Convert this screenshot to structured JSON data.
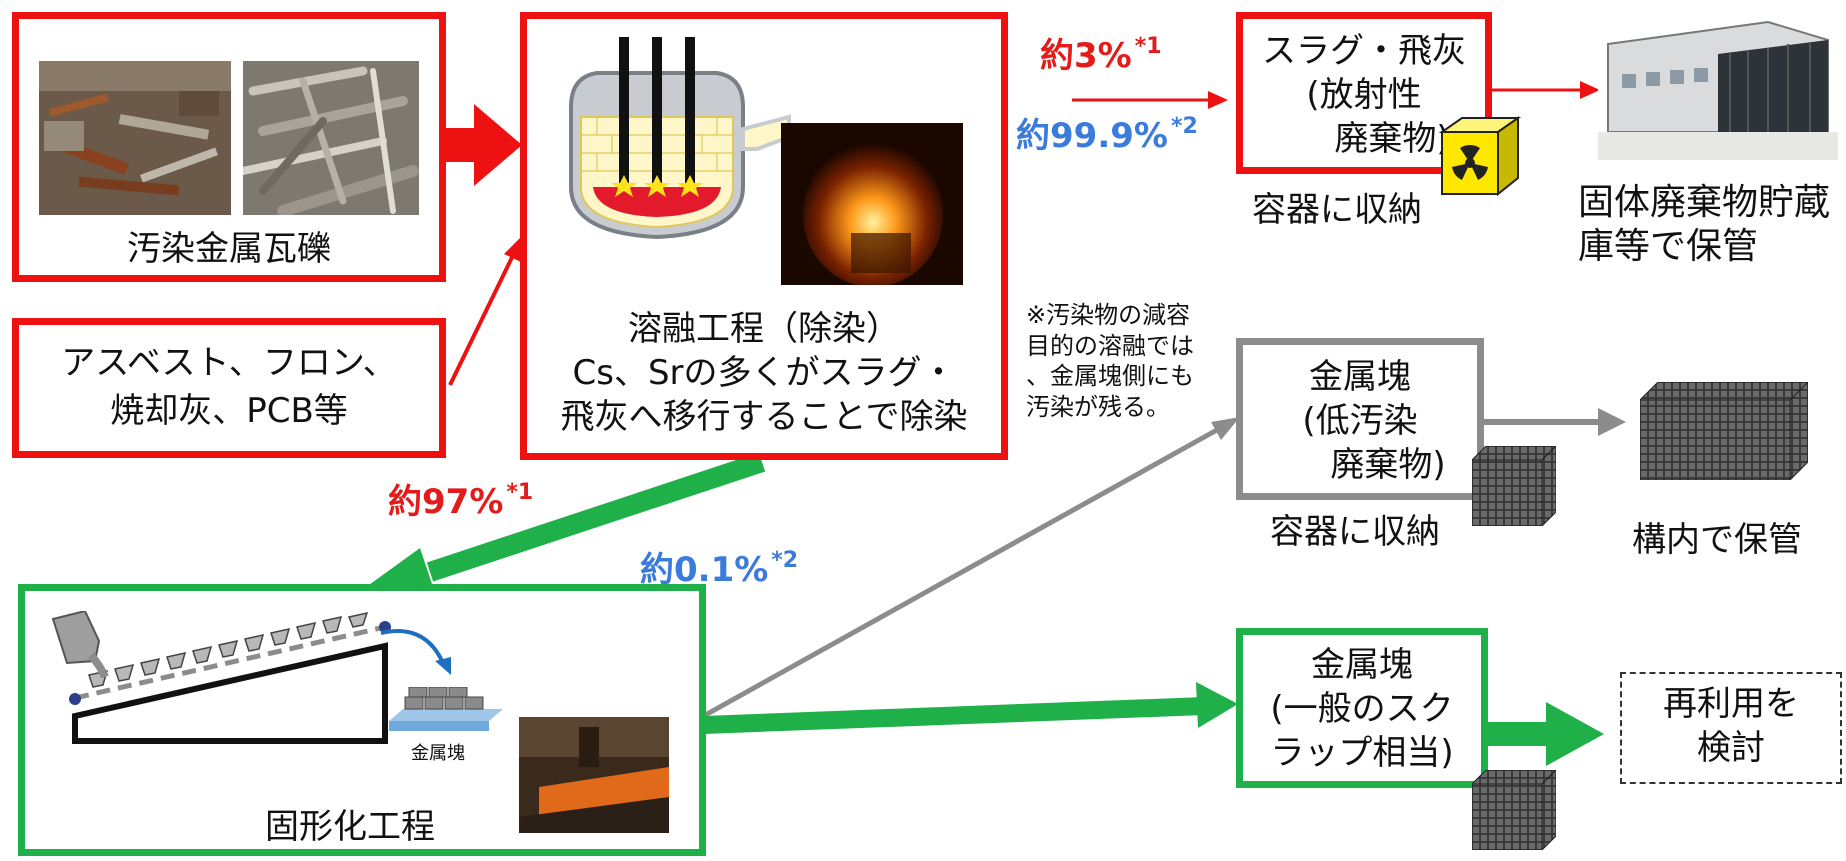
{
  "inputs": {
    "metal_rubble": "汚染金属瓦礫",
    "other_line1": "アスベスト、フロン、",
    "other_line2": "焼却灰、PCB等"
  },
  "melting": {
    "line1": "溶融工程（除染）",
    "line2": "Cs、Srの多くがスラグ・",
    "line3": "飛灰へ移行することで除染"
  },
  "note": {
    "line1": "※汚染物の減容",
    "line2": "目的の溶融では",
    "line3": "、金属塊側にも",
    "line4": "汚染が残る。"
  },
  "percentages": {
    "slag_red": "約3%",
    "slag_red_mark": "*1",
    "slag_blue": "約99.9%",
    "slag_blue_mark": "*2",
    "metal_red": "約97%",
    "metal_red_mark": "*1",
    "metal_blue": "約0.1%",
    "metal_blue_mark": "*2"
  },
  "slag": {
    "line1": "スラグ・飛灰",
    "line2": "(放射性",
    "line3": "廃棄物)",
    "container": "容器に収納"
  },
  "storage_facility": {
    "line1": "固体廃棄物貯蔵",
    "line2": "庫等で保管"
  },
  "low_waste": {
    "line1": "金属塊",
    "line2": "(低汚染",
    "line3": "廃棄物)",
    "container": "容器に収納"
  },
  "onsite": {
    "label": "構内で保管"
  },
  "solidification": {
    "label": "固形化工程",
    "ingot_label": "金属塊"
  },
  "scrap": {
    "line1": "金属塊",
    "line2": "(一般のスク",
    "line3": "ラップ相当)"
  },
  "reuse": {
    "line1": "再利用を",
    "line2": "検討"
  },
  "colors": {
    "red": "#ee1111",
    "green": "#1fb04a",
    "grey": "#8c8c8c",
    "blue_text": "#3a7bdc"
  }
}
